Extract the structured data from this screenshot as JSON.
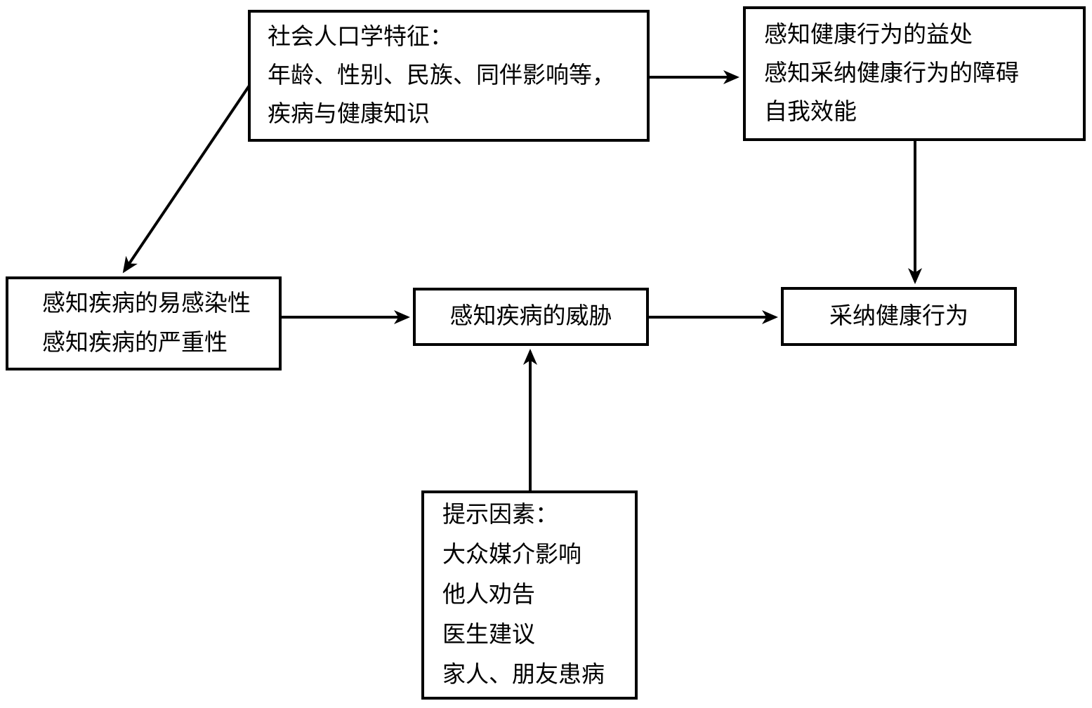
{
  "diagram": {
    "background_color": "#ffffff",
    "line_color": "#000000",
    "text_color": "#000000",
    "boxes": {
      "demographics": {
        "lines": [
          "社会人口学特征：",
          "年龄、性别、民族、同伴影响等，",
          "疾病与健康知识"
        ]
      },
      "behavior_perceptions": {
        "lines": [
          "感知健康行为的益处",
          "感知采纳健康行为的障碍",
          "自我效能"
        ]
      },
      "disease_perceptions": {
        "lines": [
          "感知疾病的易感染性",
          "感知疾病的严重性"
        ]
      },
      "threat": {
        "label": "感知疾病的威胁"
      },
      "adoption": {
        "label": "采纳健康行为"
      },
      "cues": {
        "lines": [
          "提示因素：",
          "大众媒介影响",
          "他人劝告",
          "医生建议",
          "家人、朋友患病"
        ]
      }
    },
    "edges": [
      {
        "from": "demographics",
        "to": "disease_perceptions"
      },
      {
        "from": "demographics",
        "to": "behavior_perceptions"
      },
      {
        "from": "behavior_perceptions",
        "to": "adoption"
      },
      {
        "from": "disease_perceptions",
        "to": "threat"
      },
      {
        "from": "threat",
        "to": "adoption"
      },
      {
        "from": "cues",
        "to": "threat"
      }
    ]
  }
}
